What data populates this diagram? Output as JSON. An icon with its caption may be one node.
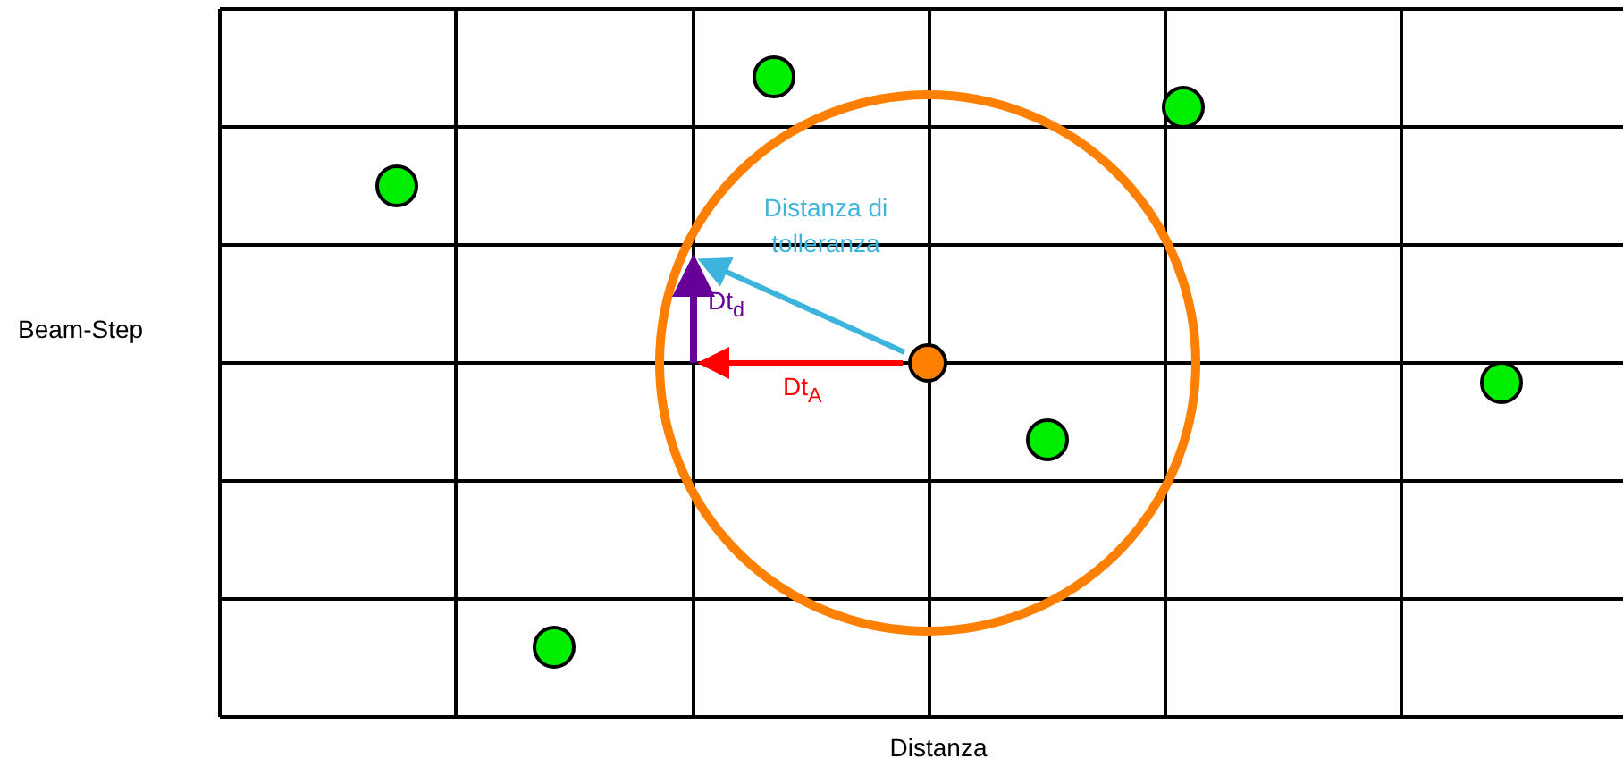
{
  "diagram": {
    "nodes": [
      {
        "text": [],
        "shape": "circle"
      },
      {
        "text": [],
        "shape": "circle"
      },
      {
        "text": [],
        "shape": "circle"
      },
      {
        "text": [],
        "shape": "circle"
      },
      {
        "text": [],
        "shape": "circle"
      },
      {
        "text": [],
        "shape": "circle"
      },
      {
        "text": [],
        "shape": "circle"
      }
    ],
    "edges": [],
    "labels": [
      "Distanza di tolleranza",
      "Dt$_{d}$",
      "Beam-Step",
      "Dt$_{A}$",
      "Distanza"
    ]
  }
}
